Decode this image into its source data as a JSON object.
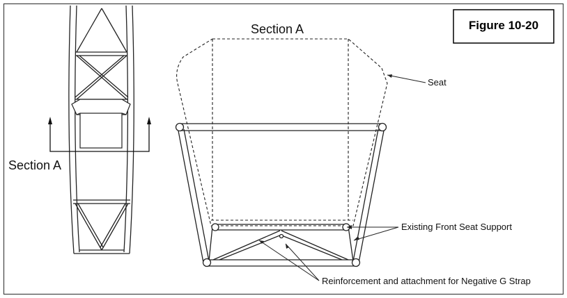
{
  "figure_label": "Figure 10-20",
  "labels": {
    "section_top": "Section A",
    "section_left": "Section A",
    "seat": "Seat",
    "front_support": "Existing Front Seat Support",
    "reinforcement": "Reinforcement and attachment for Negative G Strap"
  },
  "colors": {
    "line": "#222222",
    "frame": "#444444",
    "background": "#ffffff"
  }
}
